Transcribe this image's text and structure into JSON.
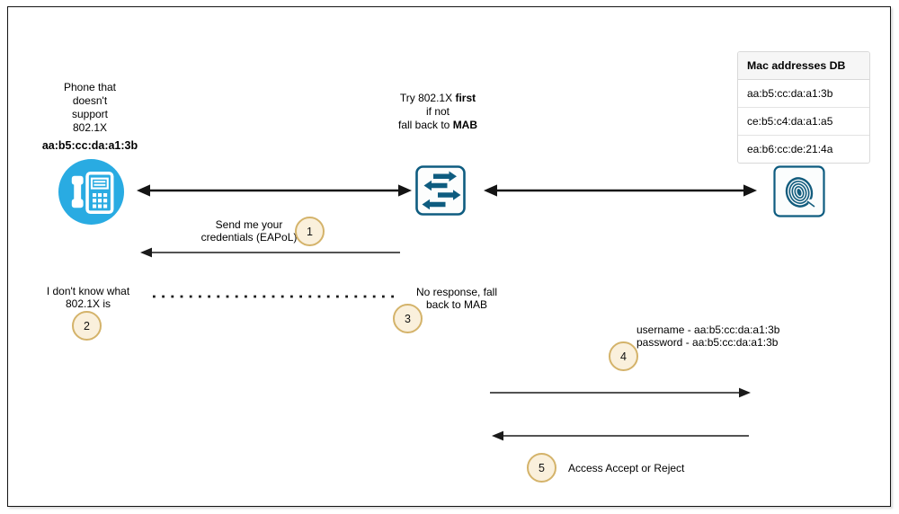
{
  "colors": {
    "phone_blue": "#29abe2",
    "node_teal": "#0e5c80",
    "step_circle_fill": "#faf0dc",
    "step_circle_stroke": "#d4b36a",
    "table_border": "#d9d9d9",
    "table_header_bg": "#f6f6f6",
    "arrow_black": "#141414"
  },
  "icons": {
    "phone": "fax-phone-icon",
    "switch": "network-switch-icon",
    "server": "fingerprint-auth-icon"
  },
  "phone": {
    "label": {
      "l1": "Phone that",
      "l2": "doesn't",
      "l3": "support",
      "l4": "802.1X"
    },
    "mac": "aa:b5:cc:da:a1:3b"
  },
  "switch_node": {
    "line1_pre": "Try 802.1X ",
    "line1_bold": "first",
    "line2": "if not",
    "line3_pre": "fall back to ",
    "line3_bold": "MAB"
  },
  "mac_db": {
    "header": "Mac addresses DB",
    "rows": [
      "aa:b5:cc:da:a1:3b",
      "ce:b5:c4:da:a1:a5",
      "ea:b6:cc:de:21:4a"
    ]
  },
  "steps": {
    "s1": {
      "num": "1",
      "line1": "Send me your",
      "line2": "credentials (EAPoL)"
    },
    "s2": {
      "num": "2",
      "line1": "I don't know what",
      "line2": "802.1X is"
    },
    "s3": {
      "num": "3",
      "line1": "No response, fall",
      "line2": "back to MAB"
    },
    "s4": {
      "num": "4",
      "line1": "username - aa:b5:cc:da:a1:3b",
      "line2": "password - aa:b5:cc:da:a1:3b"
    },
    "s5": {
      "num": "5",
      "label": "Access Accept or Reject"
    }
  }
}
